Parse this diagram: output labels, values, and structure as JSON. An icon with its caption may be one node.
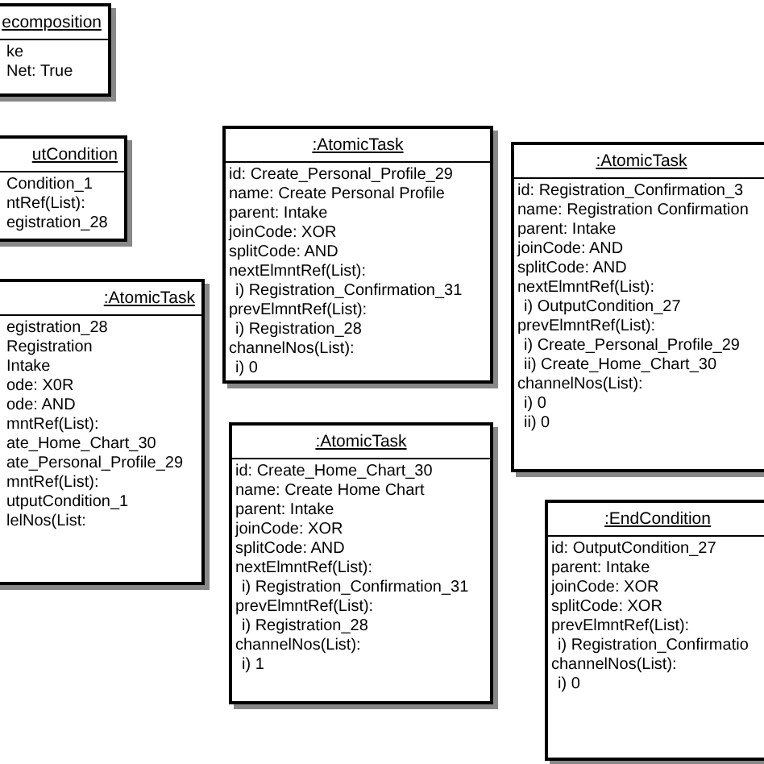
{
  "diagram": {
    "nodes": [
      {
        "text": [
          "ecomposition",
          "ke",
          "Net: True"
        ]
      },
      {
        "text": [
          "utCondition",
          "Condition_1",
          "ntRef(List):",
          "egistration_28"
        ]
      },
      {
        "text": [
          ":AtomicTask",
          "egistration_28",
          "Registration",
          "Intake",
          "ode: X0R",
          "ode: AND",
          "mntRef(List):",
          "ate_Home_Chart_30",
          "ate_Personal_Profile_29",
          "mntRef(List):",
          "utputCondition_1",
          "lelNos(List:"
        ]
      },
      {
        "text": [
          ":AtomicTask",
          "id: Create_Personal_Profile_29",
          "name: Create Personal Profile",
          "parent: Intake",
          "joinCode: XOR",
          "splitCode: AND",
          "nextElmntRef(List):",
          "i) Registration_Confirmation_31",
          "prevElmntRef(List):",
          "i) Registration_28",
          "channelNos(List):",
          "i) 0"
        ]
      },
      {
        "text": [
          ":AtomicTask",
          "id: Registration_Confirmation_3",
          "name: Registration Confirmation",
          "parent: Intake",
          "joinCode: AND",
          "splitCode: AND",
          "nextElmntRef(List):",
          "i) OutputCondition_27",
          "prevElmntRef(List):",
          "i) Create_Personal_Profile_29",
          "ii) Create_Home_Chart_30",
          "channelNos(List):",
          "i) 0",
          "ii) 0"
        ]
      },
      {
        "text": [
          ":AtomicTask",
          "id: Create_Home_Chart_30",
          "name: Create Home Chart",
          "parent: Intake",
          "joinCode: XOR",
          "splitCode: AND",
          "nextElmntRef(List):",
          "i) Registration_Confirmation_31",
          "prevElmntRef(List):",
          "i) Registration_28",
          "channelNos(List):",
          "i) 1"
        ]
      },
      {
        "text": [
          ":EndCondition",
          "id: OutputCondition_27",
          "parent: Intake",
          "joinCode: XOR",
          "splitCode: XOR",
          "prevElmntRef(List):",
          "i) Registration_Confirmatio",
          "channelNos(List):",
          "i) 0"
        ]
      }
    ]
  }
}
